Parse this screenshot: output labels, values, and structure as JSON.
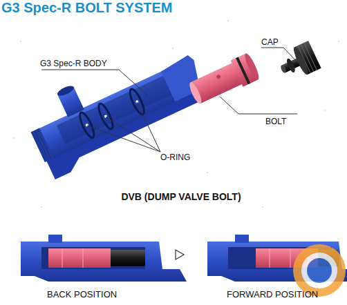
{
  "diagram": {
    "title": "G3 Spec-R BOLT SYSTEM",
    "labels": [
      "CAP",
      "G3 Spec-R BODY",
      "BOLT",
      "O-RING",
      "DVB (DUMP VALVE BOLT)",
      "BACK POSITION",
      "FORWARD POSITION"
    ]
  }
}
